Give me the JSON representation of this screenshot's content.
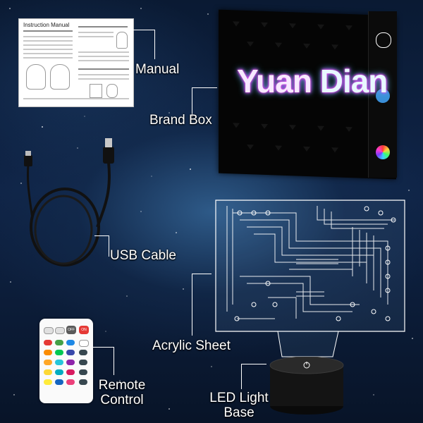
{
  "labels": {
    "manual": "Manual",
    "brand_box": "Brand Box",
    "usb_cable": "USB Cable",
    "acrylic_sheet": "Acrylic Sheet",
    "remote_line1": "Remote",
    "remote_line2": "Control",
    "base_line1": "LED Light",
    "base_line2": "Base"
  },
  "manual_doc": {
    "title": "Instruction Manual"
  },
  "brand": {
    "name_part1": "Yuan",
    "name_part2": "Dian"
  },
  "remote": {
    "off": "OFF",
    "on": "ON"
  },
  "colors": {
    "background": "#0f2447",
    "label_text": "#ffffff",
    "brand_glow_pink": "#ff4df0",
    "brand_glow_blue": "#5cd4ff",
    "remote_off": "#5a5a5a",
    "remote_on": "#e53935"
  }
}
